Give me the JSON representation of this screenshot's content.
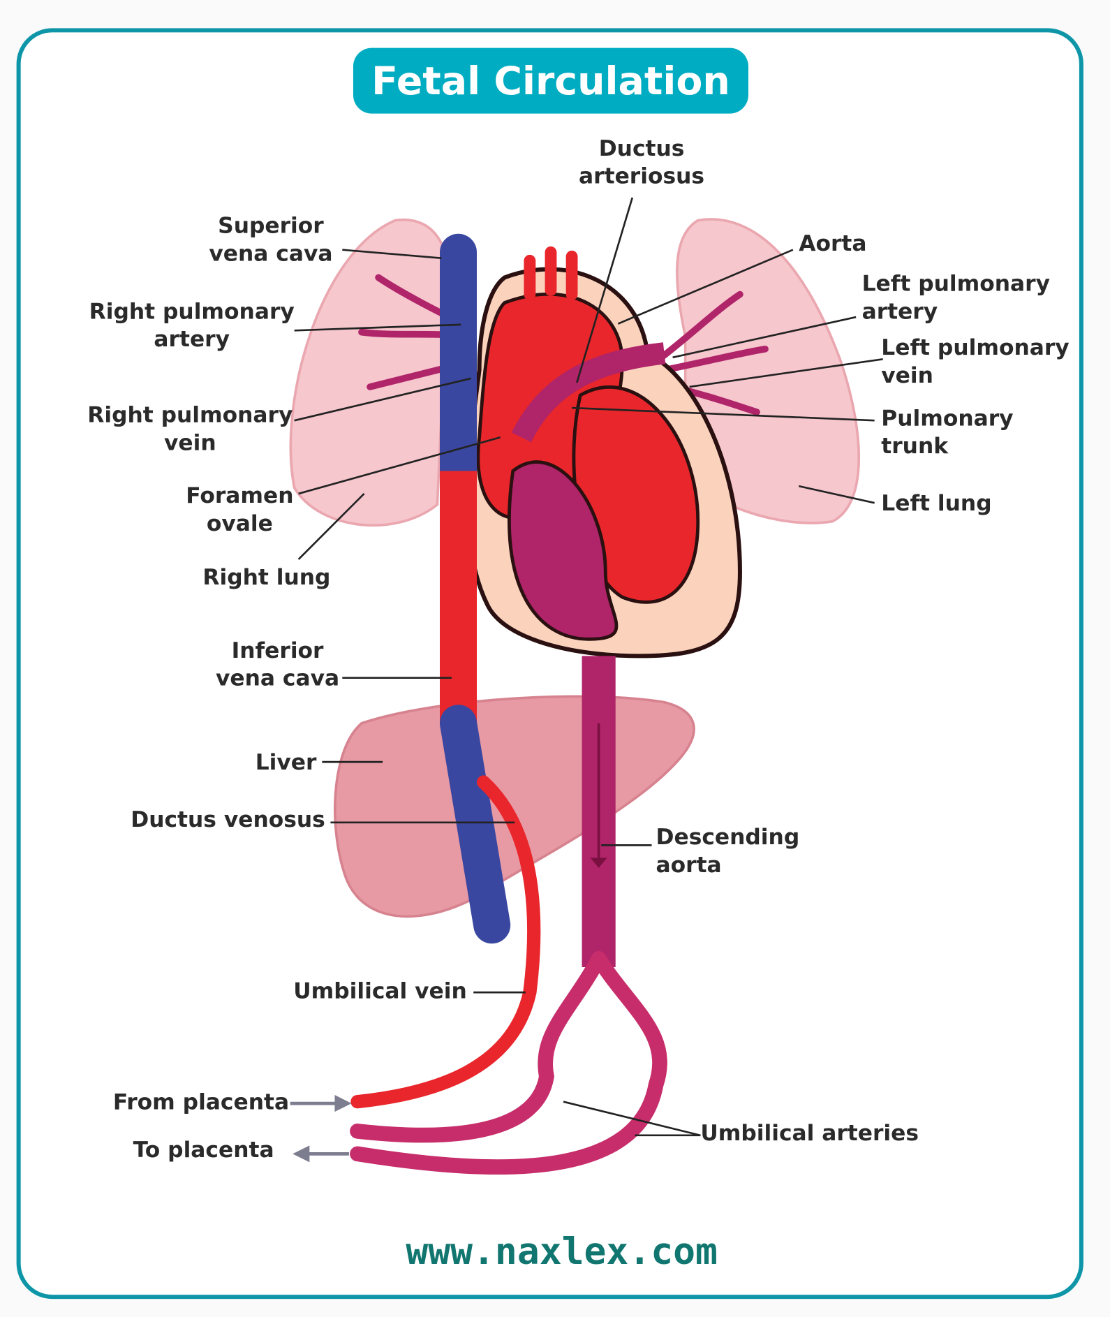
{
  "title": "Fetal Circulation",
  "footer_url": "www.naxlex.com",
  "colors": {
    "frame": "#0e96a8",
    "title_bg": "#00acc1",
    "oxygenated": "#e8262b",
    "deoxygenated": "#3a47a0",
    "mixed": "#b0246a",
    "lung": "#f6c7cc",
    "liver": "#e79aa4"
  },
  "labels": {
    "ductus_arteriosus": [
      "Ductus",
      "arteriosus"
    ],
    "superior_vena_cava": [
      "Superior",
      "vena cava"
    ],
    "right_pulmonary_artery": [
      "Right pulmonary",
      "artery"
    ],
    "right_pulmonary_vein": [
      "Right pulmonary",
      "vein"
    ],
    "foramen_ovale": [
      "Foramen",
      "ovale"
    ],
    "right_lung": "Right lung",
    "inferior_vena_cava": [
      "Inferior",
      "vena cava"
    ],
    "liver": "Liver",
    "ductus_venosus": "Ductus venosus",
    "umbilical_vein": "Umbilical vein",
    "from_placenta": "From placenta",
    "to_placenta": "To placenta",
    "aorta": "Aorta",
    "left_pulmonary_artery": [
      "Left pulmonary",
      "artery"
    ],
    "left_pulmonary_vein": [
      "Left pulmonary",
      "vein"
    ],
    "pulmonary_trunk": [
      "Pulmonary",
      "trunk"
    ],
    "left_lung": "Left lung",
    "descending_aorta": [
      "Descending",
      "aorta"
    ],
    "umbilical_arteries": "Umbilical arteries"
  }
}
